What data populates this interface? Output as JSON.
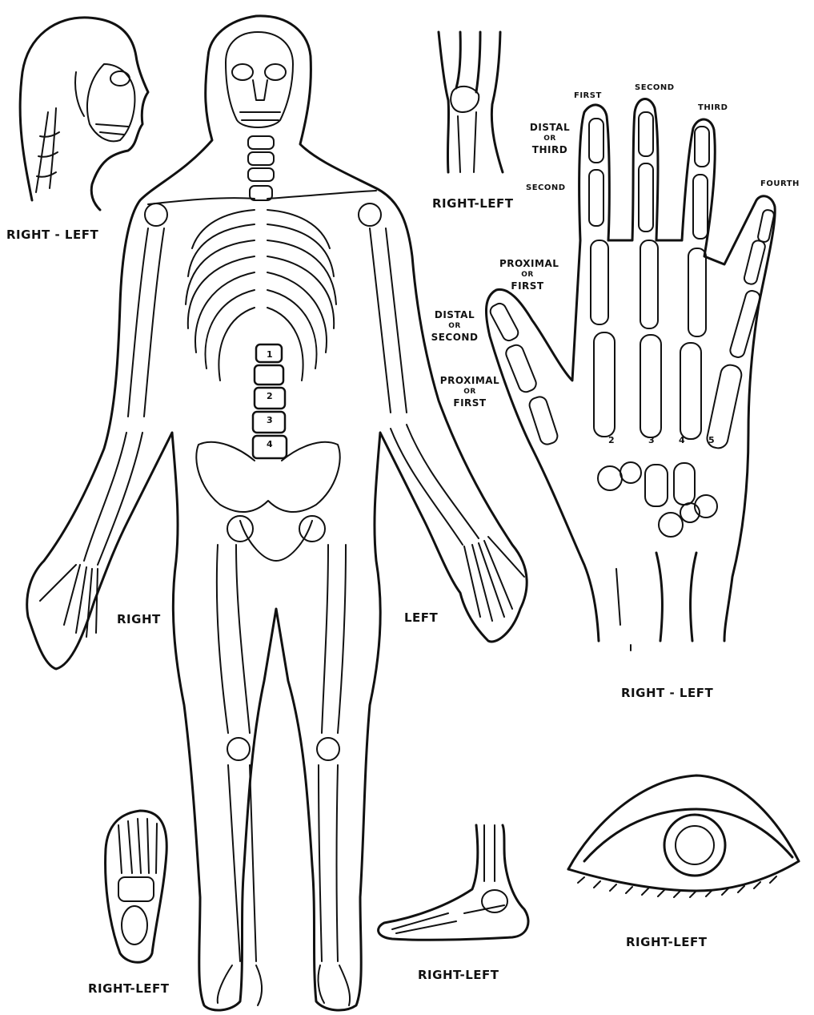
{
  "labels": {
    "head_caption": "Right - Left",
    "finger_caption": "Right-Left",
    "body_right": "Right",
    "body_left": "Left",
    "hand_caption": "Right - Left",
    "foot_top_caption": "Right-Left",
    "foot_side_caption": "Right-Left",
    "eye_caption": "Right-Left"
  },
  "finger_names": {
    "first": "First",
    "second": "Second",
    "third": "Third",
    "fourth": "Fourth"
  },
  "phalanx_labels": {
    "distal_third": [
      "Distal",
      "or",
      "Third"
    ],
    "second": "Second",
    "proximal_first": [
      "Proximal",
      "or",
      "First"
    ],
    "thumb_distal_second": [
      "Distal",
      "or",
      "Second"
    ],
    "thumb_proximal_first": [
      "Proximal",
      "or",
      "First"
    ]
  },
  "vertebra_numbers": [
    "1",
    "2",
    "3",
    "4"
  ],
  "metacarpal_numbers": [
    "2nd",
    "3rd",
    "4th",
    "5th"
  ],
  "colors": {
    "ink": "#111111",
    "paper": "#ffffff"
  }
}
